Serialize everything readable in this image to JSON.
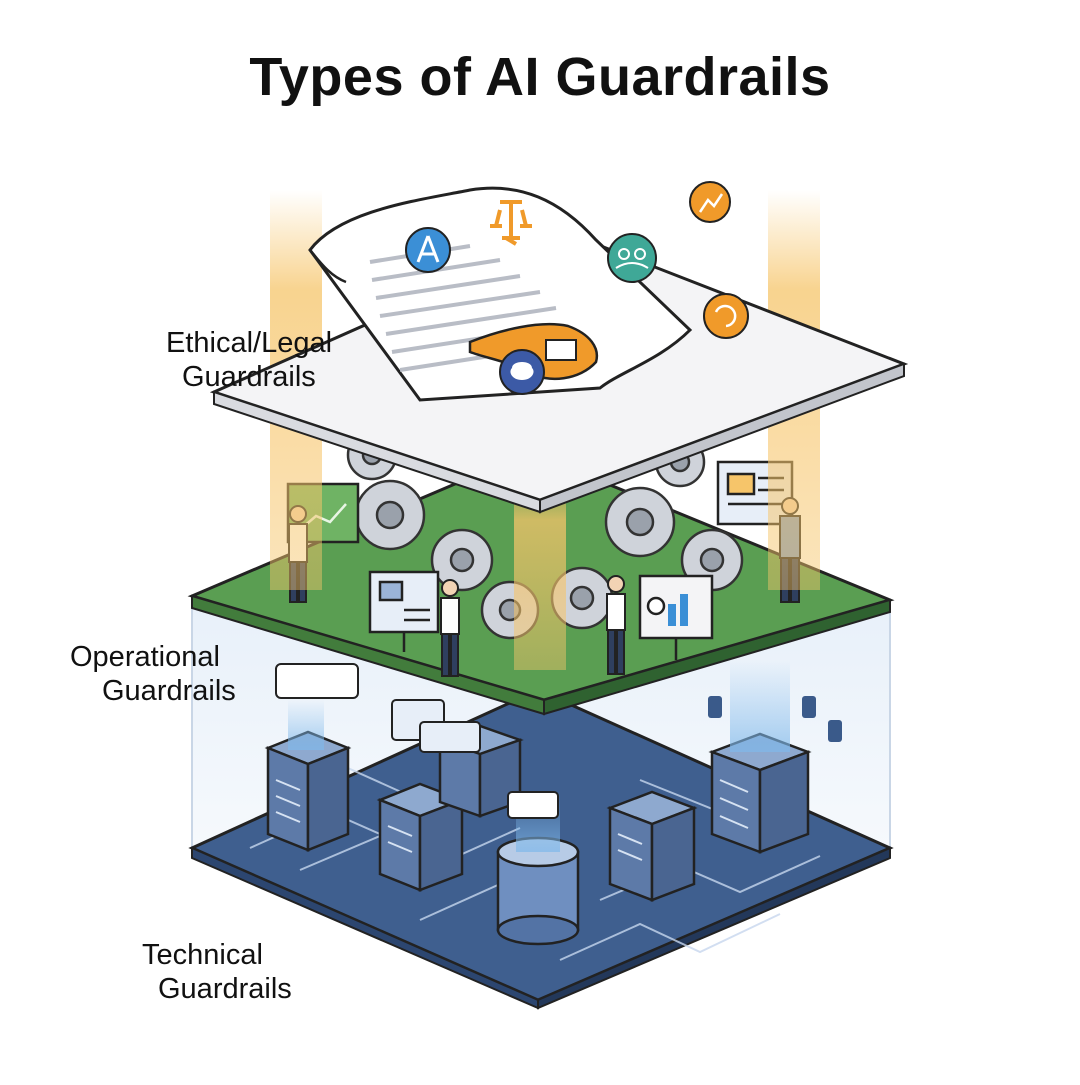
{
  "title": "Types of AI Guardrails",
  "layers": [
    {
      "id": "ethical",
      "line1": "Ethical/Legal",
      "line2": "Guardrails"
    },
    {
      "id": "operational",
      "line1": "Operational",
      "line2": "Guardrails"
    },
    {
      "id": "technical",
      "line1": "Technical",
      "line2": "Guardrails"
    }
  ],
  "colors": {
    "ethical_plane": "#f4f4f6",
    "operational_plane": "#5a9e52",
    "technical_plane": "#3f5f8f",
    "light_beam": "#f6c56a",
    "badge_blue": "#3b8fd6",
    "badge_orange": "#f09a2a",
    "badge_teal": "#3fa897",
    "badge_navy": "#3c5aa6",
    "gear": "#cfd3da",
    "server": "#5d7aa8"
  },
  "icons": [
    "ai-triangle-badge",
    "scales-of-justice-icon",
    "people-group-badge",
    "growth-chart-badge",
    "refresh-badge",
    "brain-badge"
  ]
}
